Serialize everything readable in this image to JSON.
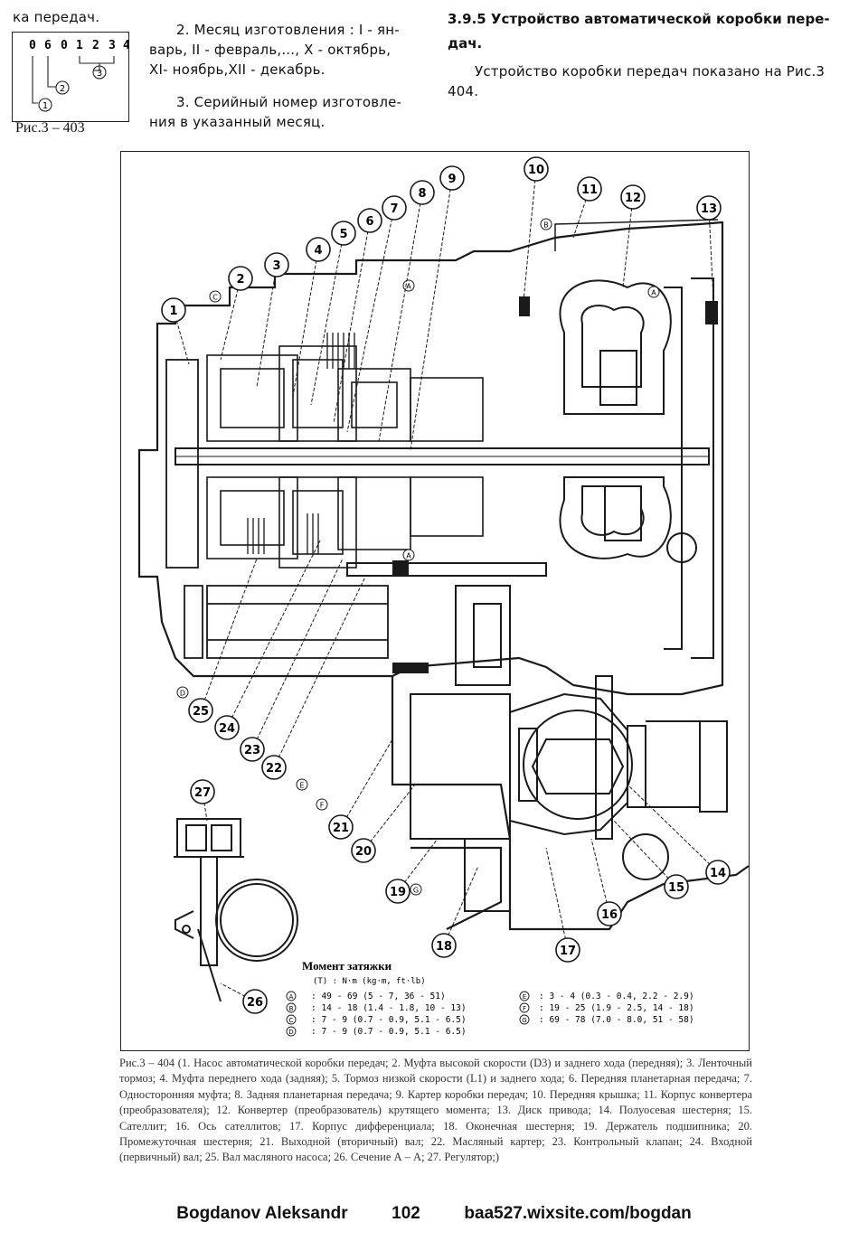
{
  "top_left": {
    "fragment": "ка передач.",
    "code_digits": [
      "0",
      "6",
      "0",
      "1",
      "2",
      "3",
      "4"
    ],
    "code_markers": [
      "1",
      "2",
      "3"
    ],
    "fig_label": "Рис.3 – 403"
  },
  "middle_col": {
    "item2": "2. Месяц изготовления : I - январь, II - февраль,..., X - октябрь, XI- ноябрь,XII - декабрь.",
    "item2_lines": [
      "2. Месяц изготовления : I - ян-",
      "варь, II - февраль,..., X - октябрь,",
      "XI- ноябрь,XII - декабрь."
    ],
    "item3_lines": [
      "3. Серийный номер изготовле-",
      "ния в указанный месяц."
    ]
  },
  "right_col": {
    "heading_lines": [
      "3.9.5 Устройство автоматической коробки пере-",
      "дач."
    ],
    "text_lines": [
      "Устройство коробки передач показано на Рис.3",
      "404."
    ]
  },
  "figure": {
    "callouts": [
      "1",
      "2",
      "3",
      "4",
      "5",
      "6",
      "7",
      "8",
      "9",
      "10",
      "11",
      "12",
      "13",
      "14",
      "15",
      "16",
      "17",
      "18",
      "19",
      "20",
      "21",
      "22",
      "23",
      "24",
      "25",
      "26",
      "27"
    ],
    "section_letters": [
      "A",
      "B",
      "C",
      "D",
      "E",
      "F",
      "G"
    ],
    "torque": {
      "title": "Момент затяжки",
      "unit": "(T) : N·m (kg·m, ft·lb)",
      "left": [
        {
          "key": "A",
          "value": "49 - 69 (5 - 7, 36 - 51)"
        },
        {
          "key": "B",
          "value": "14 - 18 (1.4 - 1.8, 10 - 13)"
        },
        {
          "key": "C",
          "value": "7 - 9 (0.7 - 0.9, 5.1 - 6.5)"
        },
        {
          "key": "D",
          "value": "7 - 9 (0.7 - 0.9, 5.1 - 6.5)"
        }
      ],
      "right": [
        {
          "key": "E",
          "value": "3 - 4 (0.3 - 0.4, 2.2 - 2.9)"
        },
        {
          "key": "F",
          "value": "19 - 25 (1.9 - 2.5, 14 - 18)"
        },
        {
          "key": "G",
          "value": "69 - 78 (7.0 - 8.0, 51 - 58)"
        }
      ]
    }
  },
  "caption": "Рис.3 – 404 (1. Насос автоматической коробки передач; 2. Муфта высокой скорости (D3) и заднего хода (передняя); 3. Ленточный тормоз; 4. Муфта переднего хода (задняя); 5. Тормоз низкой скорости (L1) и заднего хода; 6. Передняя планетарная передача; 7. Односторонняя муфта; 8. Задняя планетарная передача; 9. Картер коробки передач; 10. Передняя крышка; 11. Корпус конвертера (преобразователя); 12. Конвертер (преобразователь) крутящего момента; 13. Диск привода; 14. Полуосевая шестерня; 15. Сателлит; 16. Ось сателлитов; 17. Корпус дифференциала; 18. Оконечная шестерня; 19. Держатель подшипника; 20. Промежуточная шестерня; 21. Выходной (вторичный) вал; 22. Масляный картер; 23. Контрольный клапан; 24. Входной (первичный) вал; 25. Вал масляного насоса; 26. Сечение А – А; 27. Регулятор;)",
  "footer": {
    "author": "Bogdanov Aleksandr",
    "page": "102",
    "site": "baa527.wixsite.com/bogdan"
  }
}
